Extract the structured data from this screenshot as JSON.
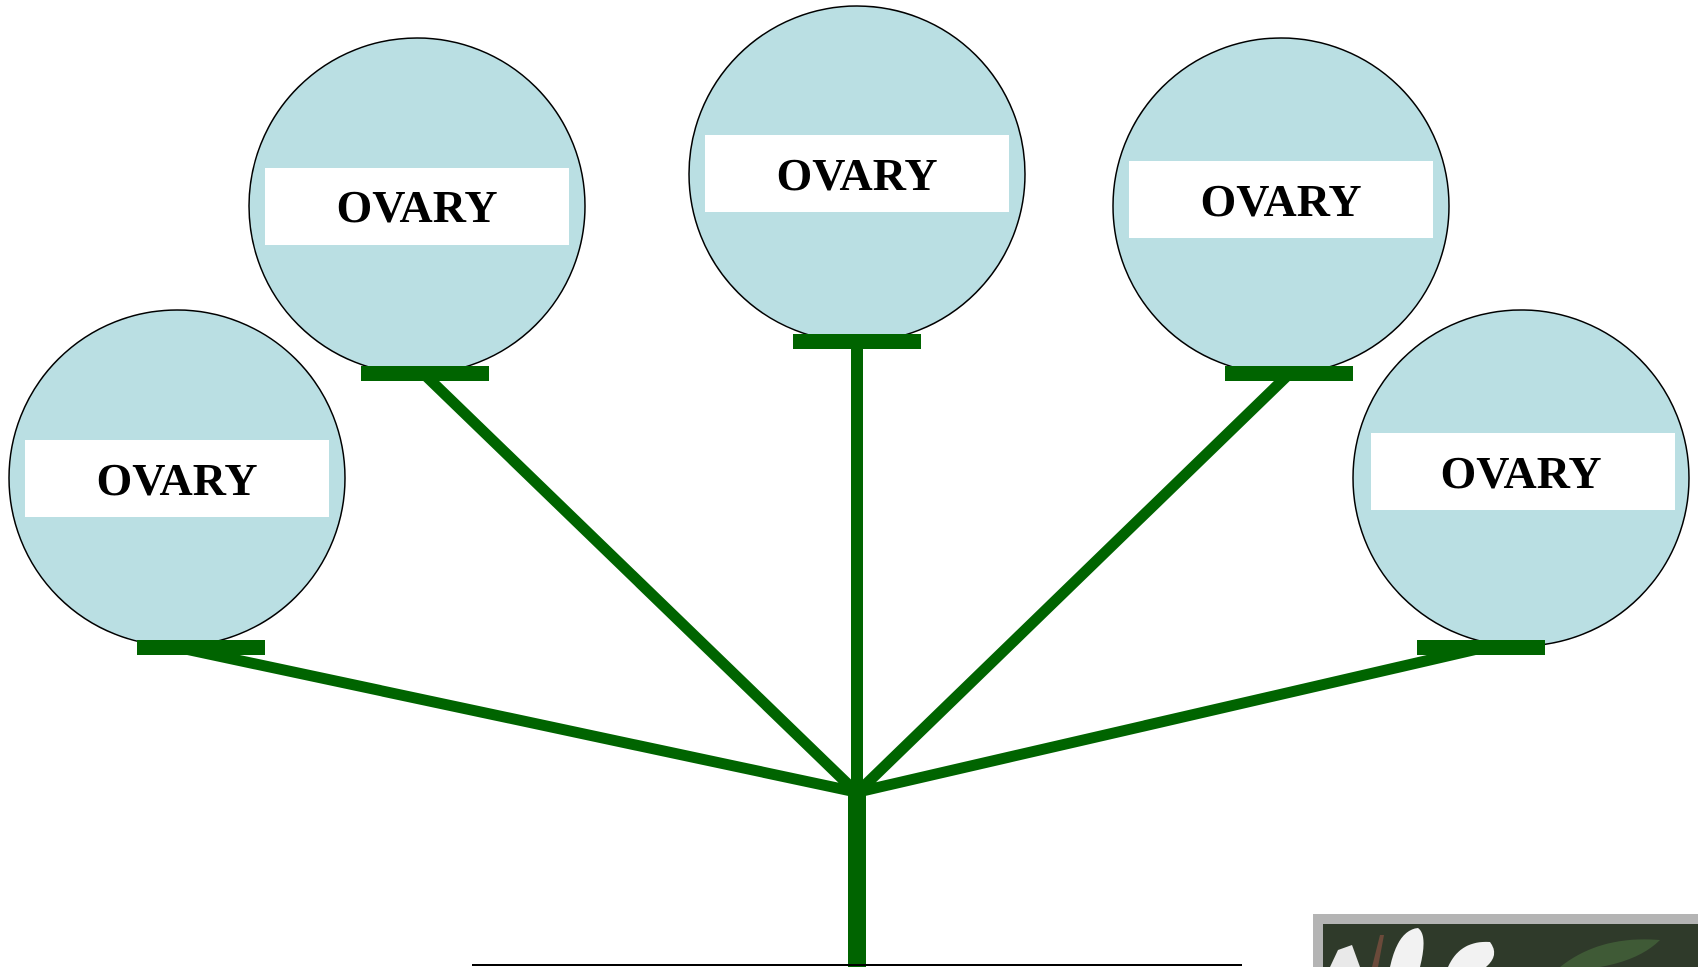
{
  "diagram": {
    "ovaries": [
      {
        "label": "OVARY"
      },
      {
        "label": "OVARY"
      },
      {
        "label": "OVARY"
      },
      {
        "label": "OVARY"
      },
      {
        "label": "OVARY"
      }
    ]
  },
  "colors": {
    "ovary_fill": "#badfe3",
    "ovary_stroke": "#000000",
    "label_box": "#ffffff",
    "stalk": "#006400",
    "base_line": "#000000",
    "photo_frame": "#b4b4b4",
    "photo_foliage": "#2f3a2a",
    "photo_petal": "#f2f2f2"
  },
  "icons": {
    "photo": "flower-photo-thumbnail"
  }
}
